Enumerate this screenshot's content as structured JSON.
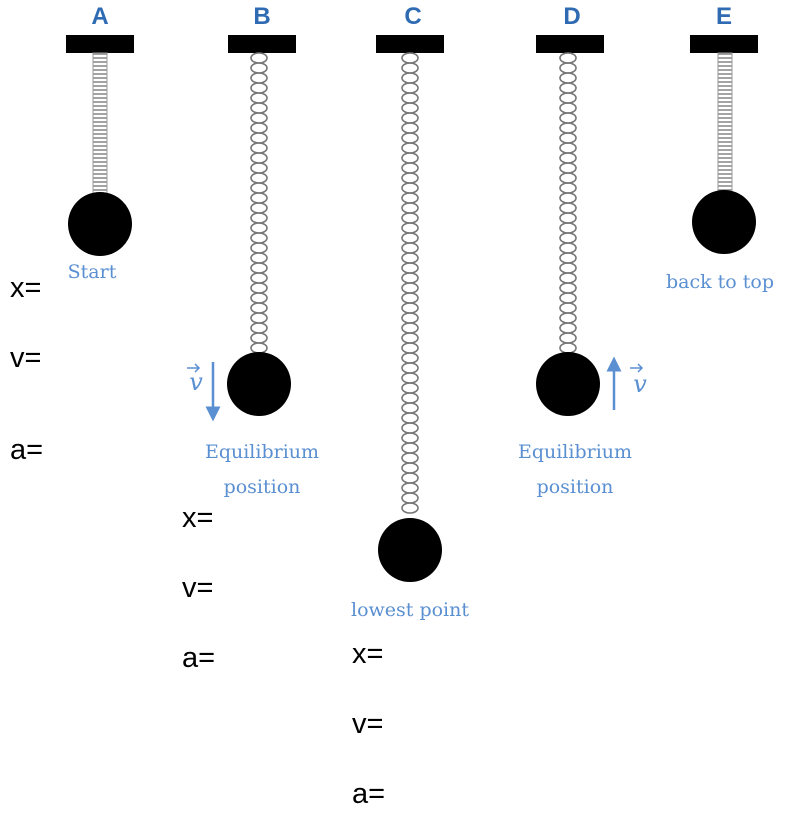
{
  "pendulums": [
    {
      "id": "A",
      "label": "A",
      "caption": [
        "Start"
      ],
      "velocity_arrow": "none"
    },
    {
      "id": "B",
      "label": "B",
      "caption": [
        "Equilibrium",
        "position"
      ],
      "velocity_arrow": "down"
    },
    {
      "id": "C",
      "label": "C",
      "caption": [
        "lowest point"
      ],
      "velocity_arrow": "none"
    },
    {
      "id": "D",
      "label": "D",
      "caption": [
        "Equilibrium",
        "position"
      ],
      "velocity_arrow": "up"
    },
    {
      "id": "E",
      "label": "E",
      "caption": [
        "back to top"
      ],
      "velocity_arrow": "none"
    }
  ],
  "velocity_symbol": "v",
  "kinematics_groups": [
    {
      "pendulum": "A",
      "x": "x=",
      "v": "v=",
      "a": "a="
    },
    {
      "pendulum": "B",
      "x": "x=",
      "v": "v=",
      "a": "a="
    },
    {
      "pendulum": "C",
      "x": "x=",
      "v": "v=",
      "a": "a="
    }
  ],
  "colors": {
    "mount": "#000000",
    "mass": "#000000",
    "spring_compressed": "#8c8c8c",
    "spring_coil": "#777777",
    "label_text": "#2f6bb3",
    "caption_text": "#5a8fd1",
    "kinematics_text": "#000000"
  }
}
